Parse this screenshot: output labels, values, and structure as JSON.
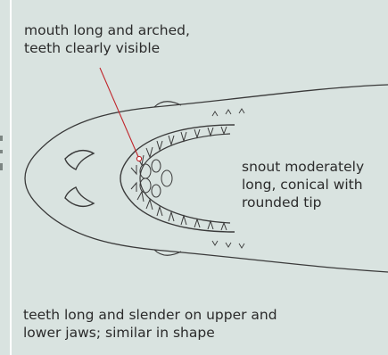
{
  "annotations": {
    "mouth": [
      "mouth long and arched,",
      "teeth clearly visible"
    ],
    "snout": [
      "snout moderately",
      "long, conical with",
      "rounded tip"
    ],
    "teeth": [
      "teeth long and slender on upper and",
      "lower jaws; similar in shape"
    ]
  },
  "colors": {
    "panel_background": "#d9e3e0",
    "pointer_line": "#c0252b",
    "outline": "#3a3a3a"
  }
}
